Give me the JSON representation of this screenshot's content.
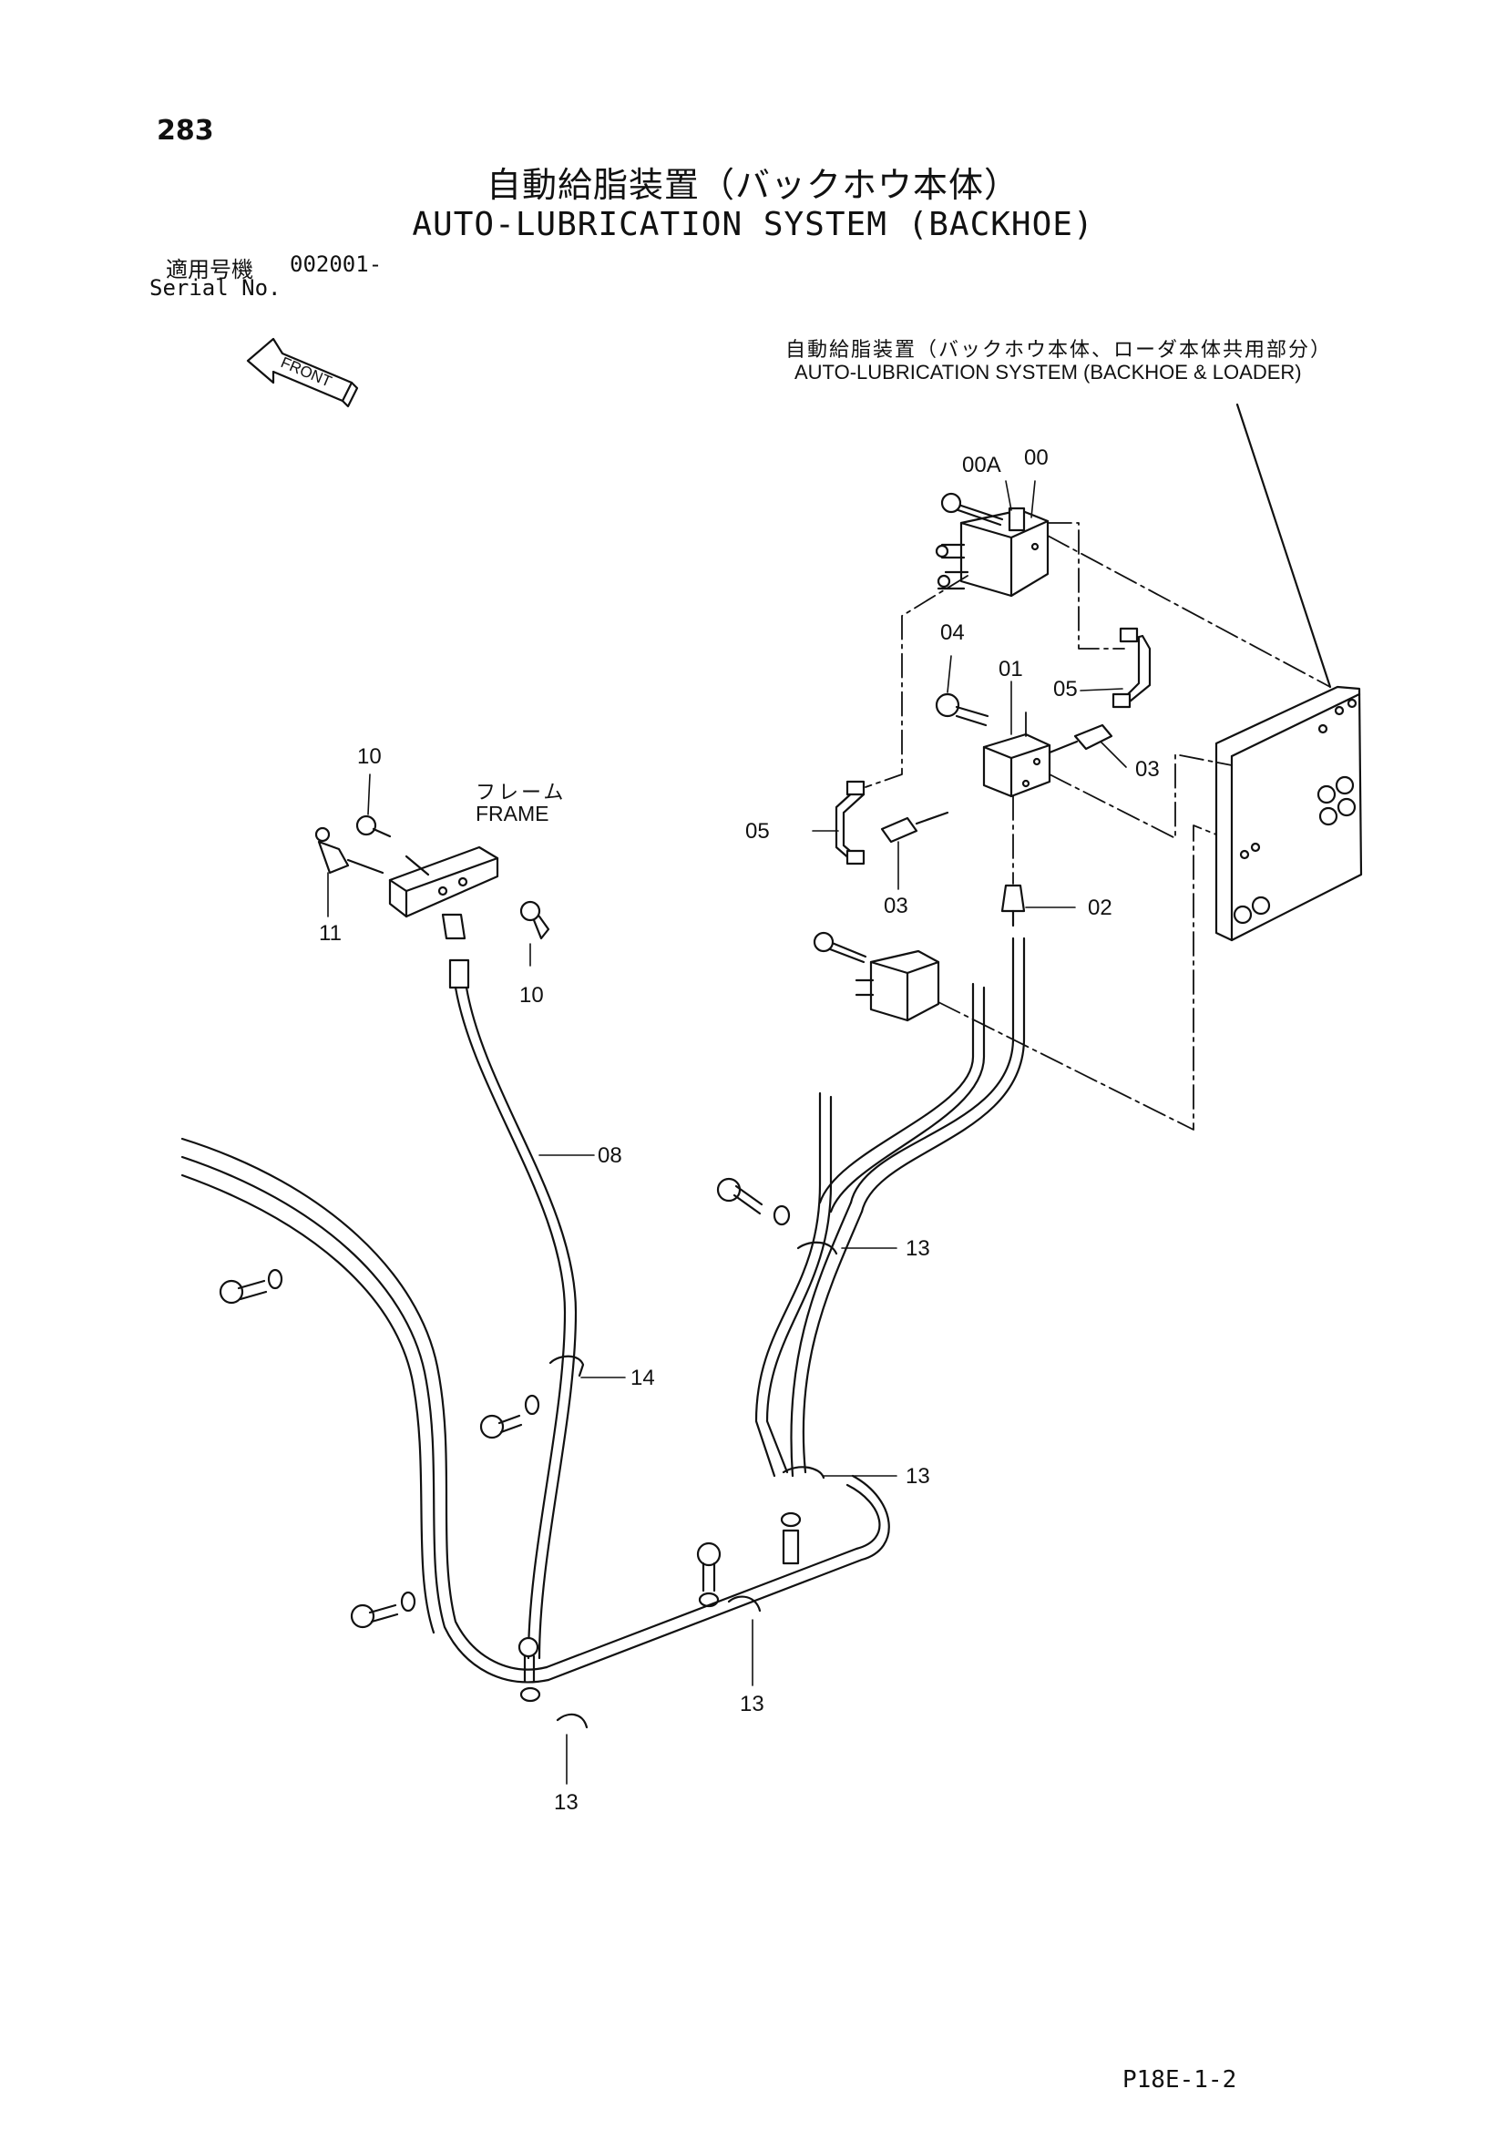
{
  "page": {
    "number": "283",
    "title_jp": "自動給脂装置（バックホウ本体）",
    "title_en": "AUTO-LUBRICATION SYSTEM (BACKHOE)",
    "serial_label_jp": "適用号機",
    "serial_value": "002001-",
    "serial_label_en": "Serial No.",
    "drawing_code": "P18E-1-2"
  },
  "front_indicator": {
    "label": "FRONT",
    "icon": "front-arrow-icon"
  },
  "shared_assembly_note": {
    "label_jp": "自動給脂装置（バックホウ本体、ローダ本体共用部分）",
    "label_en": "AUTO-LUBRICATION SYSTEM (BACKHOE & LOADER)"
  },
  "frame_note": {
    "label_jp": "フレーム",
    "label_en": "FRAME"
  },
  "callouts": {
    "c00a": "00A",
    "c00": "00",
    "c04": "04",
    "c01": "01",
    "c05_upper": "05",
    "c03_right": "03",
    "c05_left": "05",
    "c03_lower": "03",
    "c02": "02",
    "c10_upper": "10",
    "c11": "11",
    "c10_lower": "10",
    "c08": "08",
    "c13_a": "13",
    "c14": "14",
    "c13_b": "13",
    "c13_c": "13",
    "c13_d": "13"
  }
}
